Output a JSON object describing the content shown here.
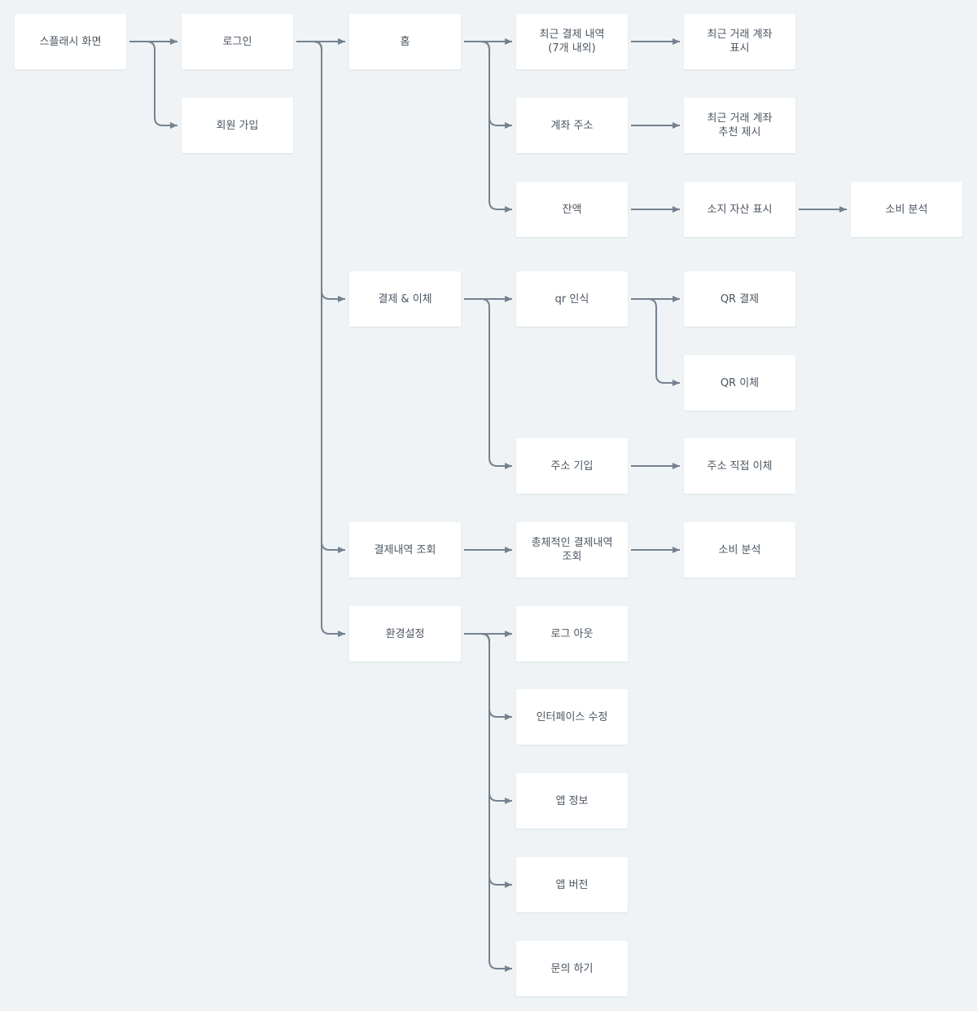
{
  "colors": {
    "background": "#eff3f6",
    "node_fill": "#ffffff",
    "text": "#4a5560",
    "connector": "#75818e"
  },
  "nodes": [
    {
      "id": "splash",
      "label": "스플래시 화면"
    },
    {
      "id": "login",
      "label": "로그인"
    },
    {
      "id": "signup",
      "label": "회원 가입"
    },
    {
      "id": "home",
      "label": "홈"
    },
    {
      "id": "payment_transfer",
      "label": "결제 & 이체"
    },
    {
      "id": "payment_history",
      "label": "결제내역 조회"
    },
    {
      "id": "settings",
      "label": "환경설정"
    },
    {
      "id": "recent_payments",
      "label": "최근 결제 내역\n(7개 내외)"
    },
    {
      "id": "account_address",
      "label": "계좌 주소"
    },
    {
      "id": "balance",
      "label": "잔액"
    },
    {
      "id": "qr_scan",
      "label": "qr 인식"
    },
    {
      "id": "address_entry",
      "label": "주소 기입"
    },
    {
      "id": "total_history",
      "label": "총체적인 결제내역\n조회"
    },
    {
      "id": "logout",
      "label": "로그 아웃"
    },
    {
      "id": "interface_edit",
      "label": "인터페이스 수정"
    },
    {
      "id": "app_info",
      "label": "앱 정보"
    },
    {
      "id": "app_version",
      "label": "앱 버전"
    },
    {
      "id": "inquiry",
      "label": "문의 하기"
    },
    {
      "id": "recent_account_show",
      "label": "최근 거래 계좌\n표시"
    },
    {
      "id": "recent_account_suggest",
      "label": "최근 거래 계좌\n추천 제시"
    },
    {
      "id": "assets_show",
      "label": "소지 자산 표시"
    },
    {
      "id": "qr_payment",
      "label": "QR 결제"
    },
    {
      "id": "qr_transfer",
      "label": "QR 이체"
    },
    {
      "id": "direct_transfer",
      "label": "주소 직접 이체"
    },
    {
      "id": "spending_analysis_2",
      "label": "소비 분석"
    },
    {
      "id": "spending_analysis_1",
      "label": "소비 분석"
    }
  ],
  "edges": [
    [
      "splash",
      "login"
    ],
    [
      "splash",
      "signup"
    ],
    [
      "login",
      "home"
    ],
    [
      "login",
      "payment_transfer"
    ],
    [
      "login",
      "payment_history"
    ],
    [
      "login",
      "settings"
    ],
    [
      "home",
      "recent_payments"
    ],
    [
      "home",
      "account_address"
    ],
    [
      "home",
      "balance"
    ],
    [
      "payment_transfer",
      "qr_scan"
    ],
    [
      "payment_transfer",
      "address_entry"
    ],
    [
      "payment_history",
      "total_history"
    ],
    [
      "settings",
      "logout"
    ],
    [
      "settings",
      "interface_edit"
    ],
    [
      "settings",
      "app_info"
    ],
    [
      "settings",
      "app_version"
    ],
    [
      "settings",
      "inquiry"
    ],
    [
      "recent_payments",
      "recent_account_show"
    ],
    [
      "account_address",
      "recent_account_suggest"
    ],
    [
      "balance",
      "assets_show"
    ],
    [
      "assets_show",
      "spending_analysis_1"
    ],
    [
      "qr_scan",
      "qr_payment"
    ],
    [
      "qr_scan",
      "qr_transfer"
    ],
    [
      "address_entry",
      "direct_transfer"
    ],
    [
      "total_history",
      "spending_analysis_2"
    ]
  ]
}
